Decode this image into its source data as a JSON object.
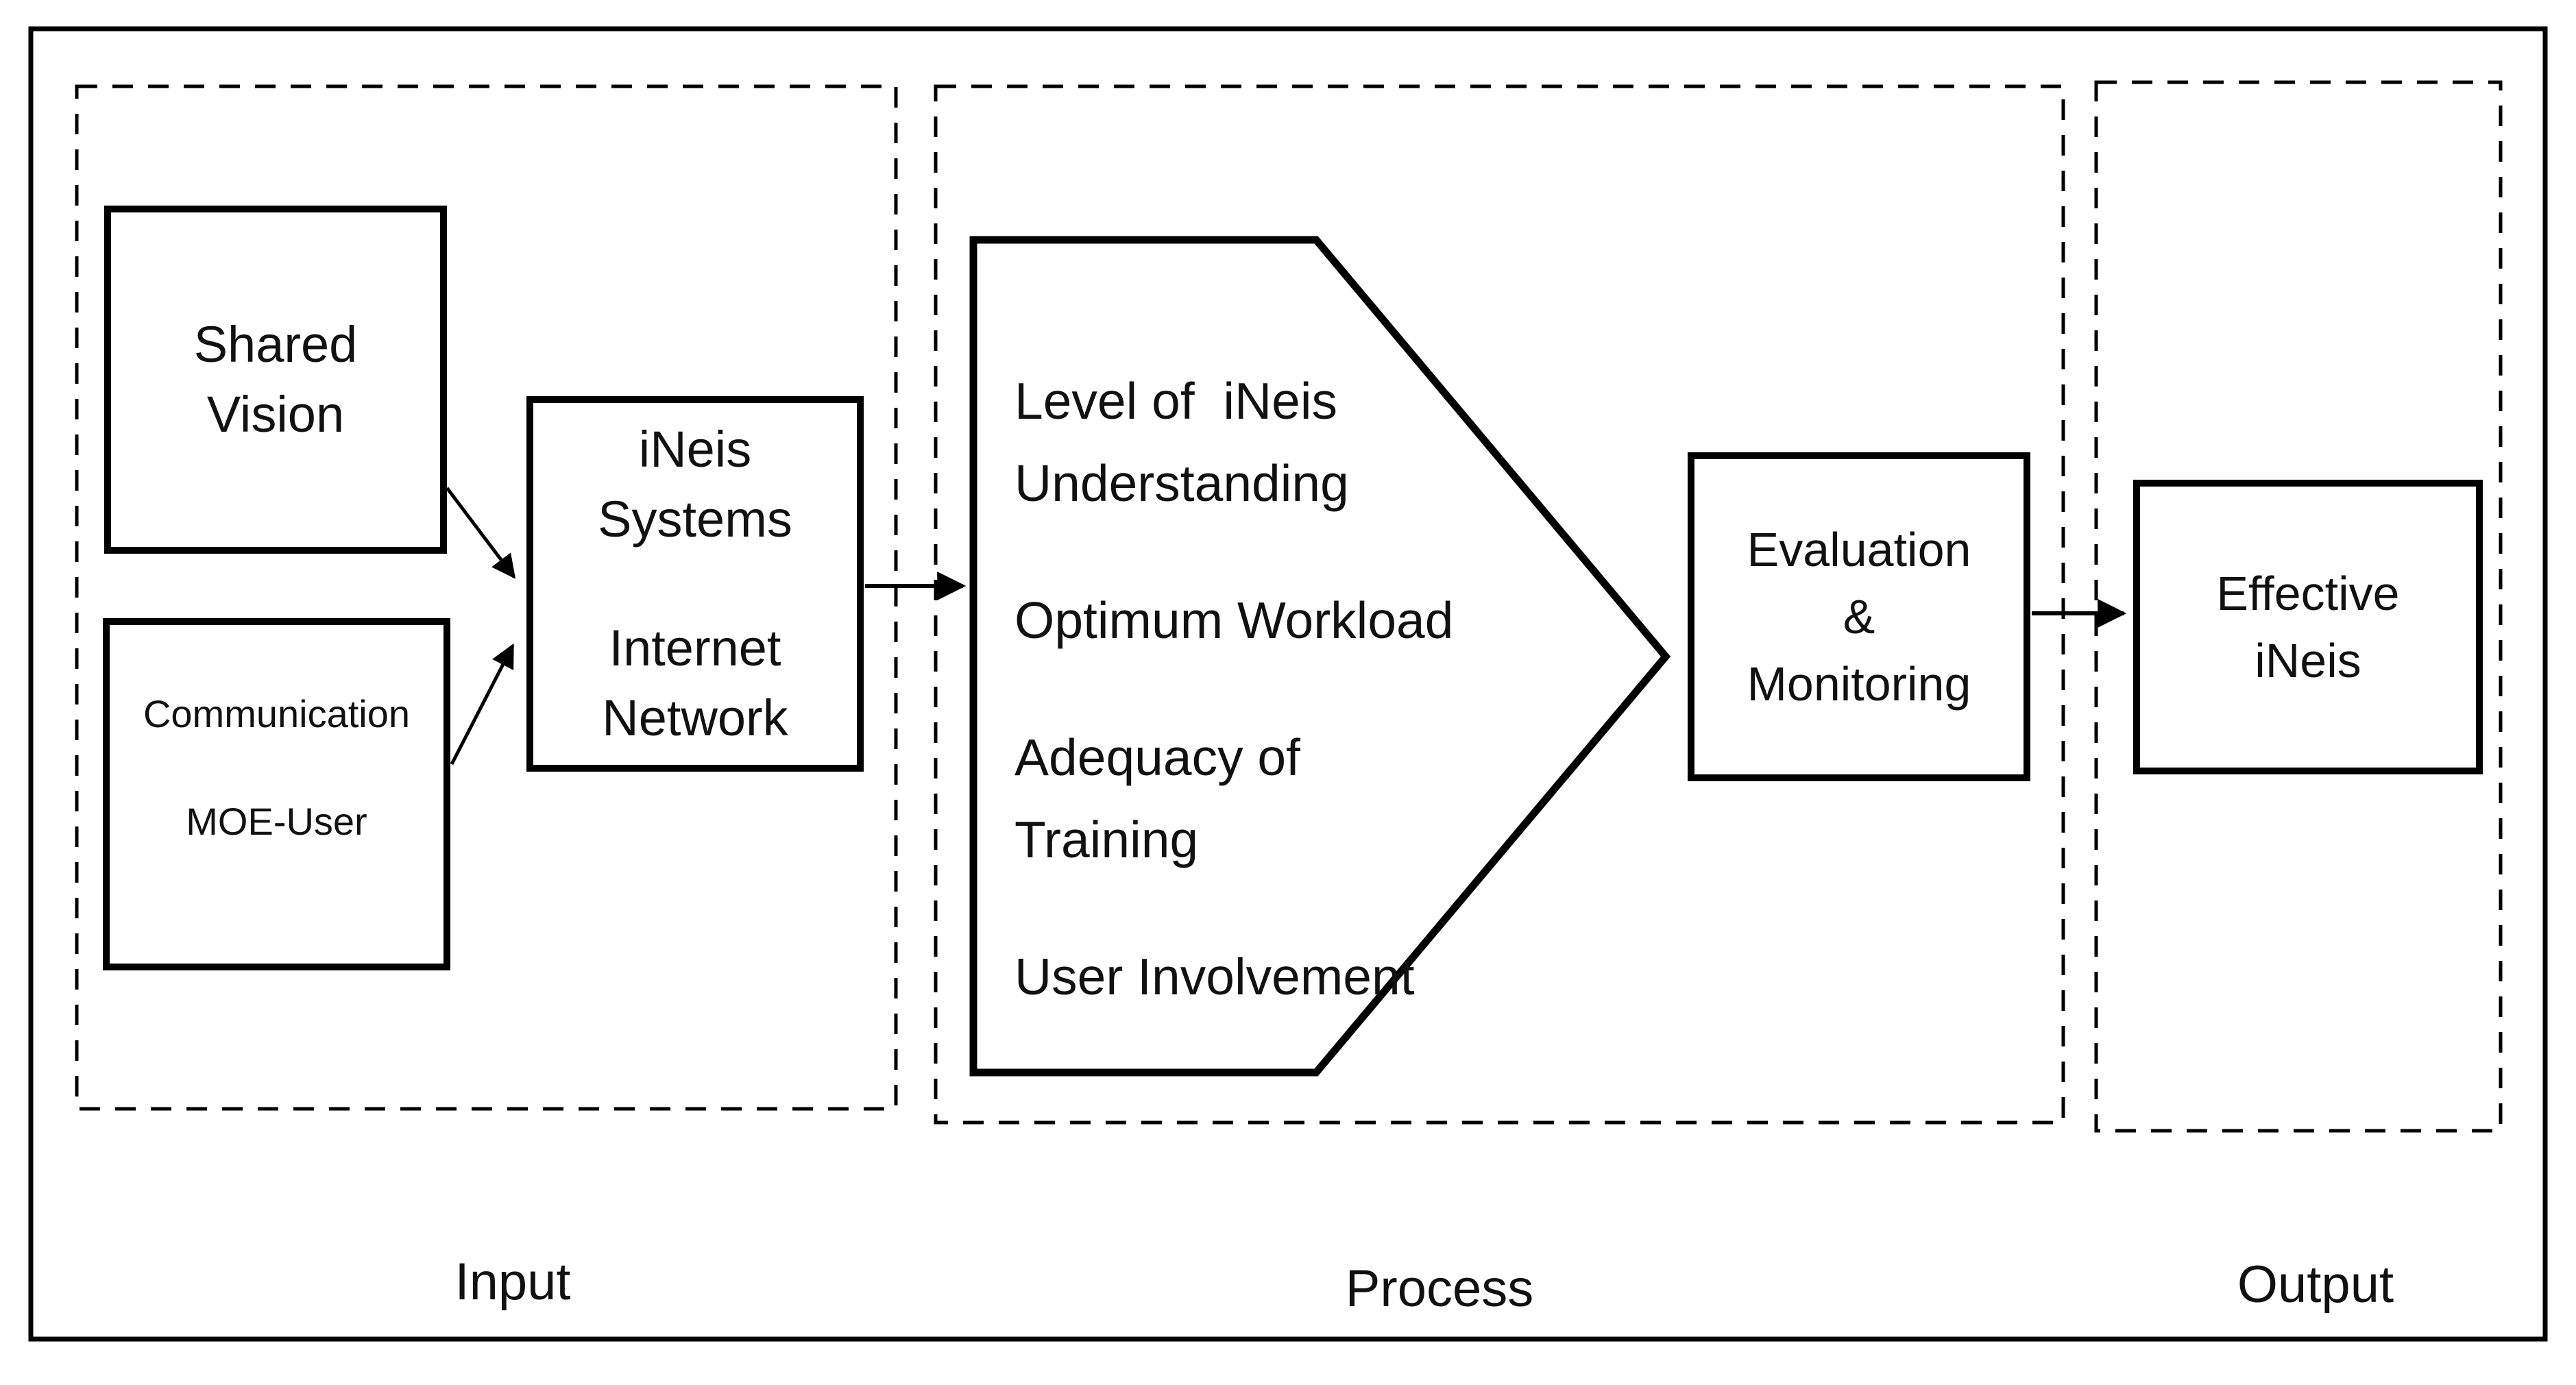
{
  "diagram": {
    "type": "input-process-output-flow",
    "colors": {
      "stroke": "#000000",
      "background": "#ffffff",
      "text": "#111111"
    },
    "sections": {
      "input": {
        "label": "Input"
      },
      "process": {
        "label": "Process"
      },
      "output": {
        "label": "Output"
      }
    },
    "nodes": {
      "shared_vision": {
        "lines": [
          "Shared",
          "Vision"
        ]
      },
      "communication": {
        "lines": [
          "Communication",
          "MOE-User"
        ]
      },
      "ineis_systems": {
        "lines": [
          "iNeis",
          "Systems",
          "",
          "Internet",
          "Network"
        ]
      },
      "process_factors": {
        "lines": [
          "Level of  iNeis",
          "Understanding",
          "",
          "Optimum Workload",
          "",
          "Adequacy of",
          "Training",
          "",
          "User Involvement"
        ]
      },
      "evaluation": {
        "lines": [
          "Evaluation",
          "&",
          "Monitoring"
        ]
      },
      "effective_ineis": {
        "lines": [
          "Effective",
          "iNeis"
        ]
      }
    },
    "edges": [
      {
        "from": "shared_vision",
        "to": "ineis_systems"
      },
      {
        "from": "communication",
        "to": "ineis_systems"
      },
      {
        "from": "ineis_systems",
        "to": "process_factors"
      },
      {
        "from": "evaluation",
        "to": "effective_ineis"
      }
    ]
  }
}
